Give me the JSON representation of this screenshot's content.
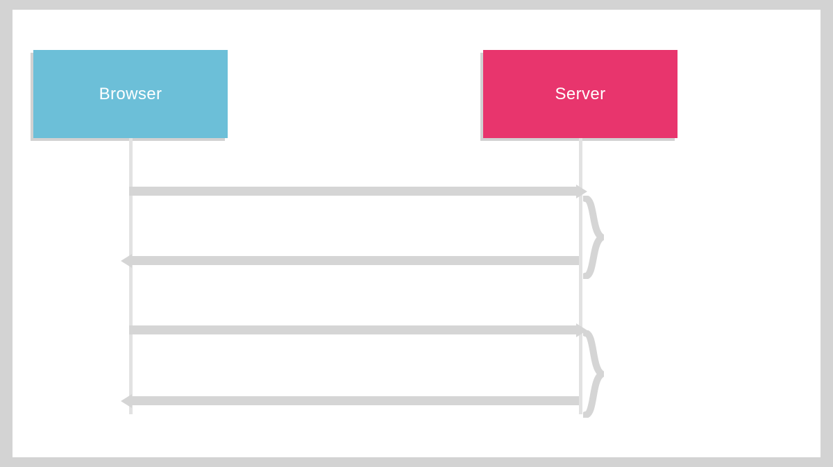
{
  "diagram": {
    "type": "sequence-diagram",
    "colors": {
      "browser": "#6cbfd8",
      "server": "#e8356d",
      "message_line": "#d5d5d5",
      "lifeline": "#e2e2e2",
      "label_text": "#4a4a4a",
      "frame": "#d3d3d3",
      "canvas": "#ffffff"
    },
    "participants": [
      {
        "id": "browser",
        "label": "Browser"
      },
      {
        "id": "server",
        "label": "Server"
      }
    ],
    "messages": [
      {
        "index": 1,
        "from": "browser",
        "to": "server",
        "direction": "right",
        "label": "",
        "legible": false
      },
      {
        "index": 2,
        "from": "server",
        "to": "browser",
        "direction": "left",
        "label": "",
        "legible": false
      },
      {
        "index": 3,
        "from": "browser",
        "to": "server",
        "direction": "right",
        "label": "",
        "legible": false
      },
      {
        "index": 4,
        "from": "server",
        "to": "browser",
        "direction": "left",
        "label": "",
        "legible": false
      }
    ],
    "annotations": [
      {
        "index": 1,
        "spans_messages": [
          1,
          2
        ],
        "lines": [
          "",
          ""
        ],
        "legible": false
      },
      {
        "index": 2,
        "spans_messages": [
          3,
          4
        ],
        "lines": [
          "",
          "",
          ""
        ],
        "legible": false
      }
    ]
  }
}
